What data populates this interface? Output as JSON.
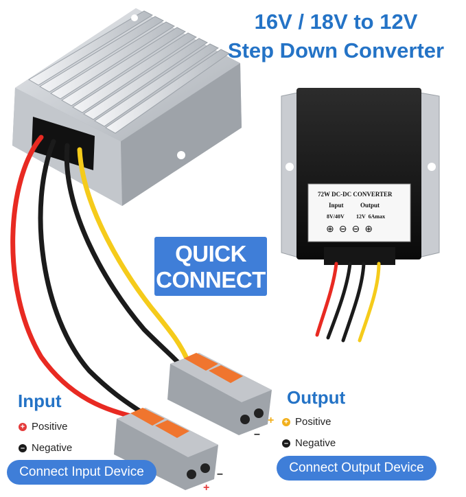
{
  "title": {
    "line1": "16V / 18V to 12V",
    "line2": "Step Down Converter"
  },
  "badge": {
    "line1": "QUICK",
    "line2": "CONNECT"
  },
  "label_card": {
    "heading": "72W DC-DC CONVERTER",
    "input_label": "Input",
    "output_label": "Output",
    "input_spec": "8V/40V",
    "output_spec": "12V  6Amax"
  },
  "input_legend": {
    "heading": "Input",
    "positive": "Positive",
    "negative": "Negative",
    "button": "Connect Input Device"
  },
  "output_legend": {
    "heading": "Output",
    "positive": "Positive",
    "negative": "Negative",
    "button": "Connect Output Device"
  },
  "colors": {
    "accent": "#2473c6",
    "badge": "#3f7ed8",
    "wire_red": "#e82a22",
    "wire_yellow": "#f5cb1b",
    "wire_black": "#1b1b1b",
    "connector_orange": "#f0752e"
  }
}
